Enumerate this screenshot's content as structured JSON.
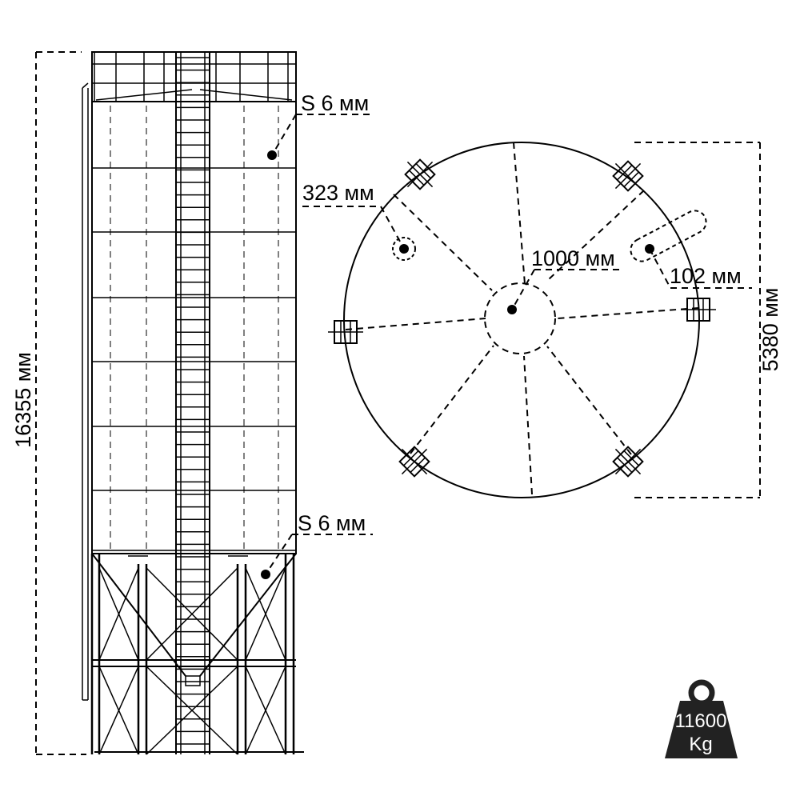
{
  "labels": {
    "shell_thickness_top": "S 6 мм",
    "shell_thickness_cone": "S 6 мм",
    "height": "16355 мм",
    "inlet_diameter": "323 мм",
    "manhole_diameter": "1000 мм",
    "pipe_diameter": "102 мм",
    "silo_diameter": "5380 мм"
  },
  "weight": {
    "value": "11600",
    "unit": "Kg"
  },
  "icons": {
    "weight": "weight-icon"
  }
}
